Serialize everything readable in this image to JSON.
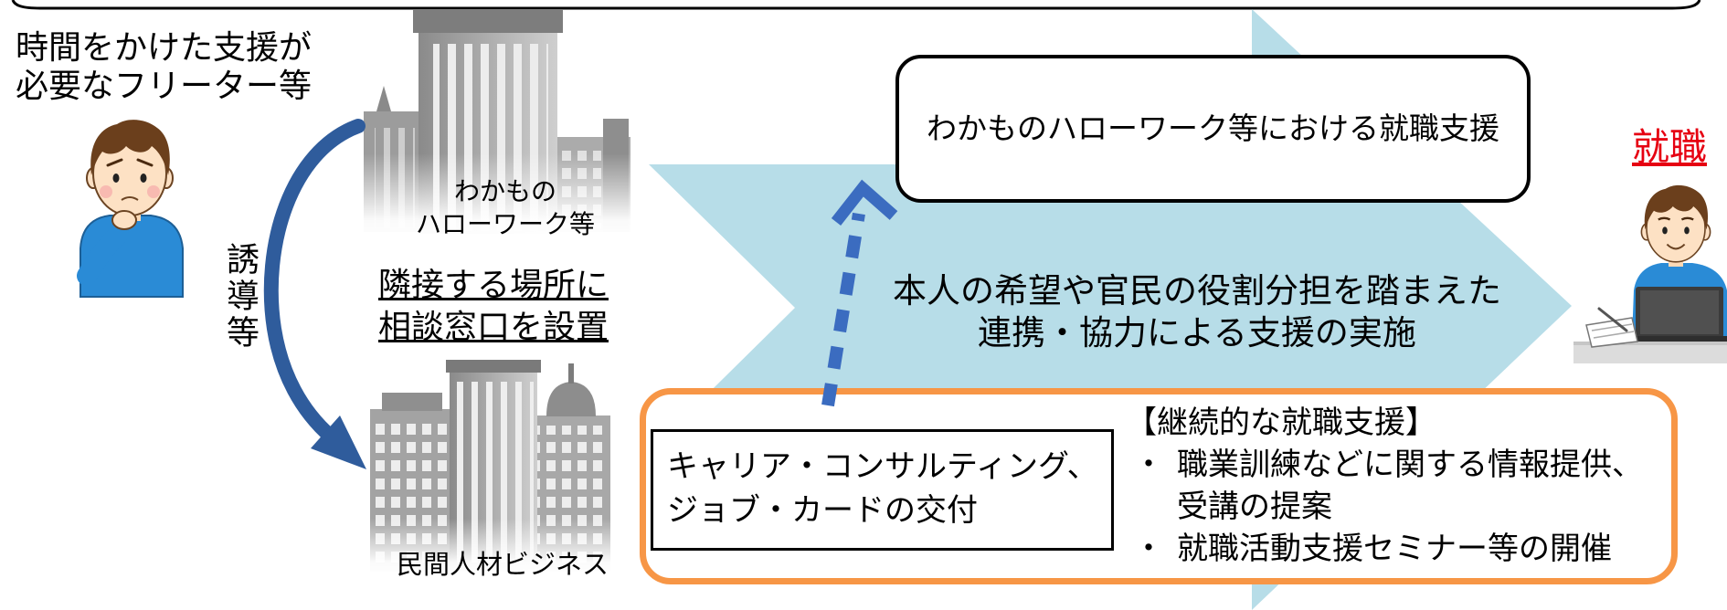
{
  "colors": {
    "flow_arrow": "#b7dde8",
    "guide_arrow": "#2f5c9c",
    "dashed_arrow": "#3b6cc0",
    "support_box_border": "#f79646",
    "outcome_text": "#e60012",
    "shirt": "#2a8bd6"
  },
  "icons": {
    "freeter": "worried-person-icon",
    "hellowork": "office-building-icon",
    "private_business": "city-buildings-icon",
    "employed": "person-at-desk-icon"
  },
  "freeter": {
    "caption_lines": [
      "時間をかけた支援が",
      "必要なフリーター等"
    ]
  },
  "hellowork_building": {
    "label_lines": [
      "わかもの",
      "ハローワーク等"
    ]
  },
  "guidance_label": "誘導等",
  "adjacent_note": {
    "lines": [
      "隣接する場所に",
      "相談窓口を設置"
    ]
  },
  "private_building": {
    "label": "民間人材ビジネス"
  },
  "hellowork_support": "わかものハローワーク等における就職支援",
  "collaboration": {
    "lines": [
      "本人の希望や官民の役割分担を踏まえた",
      "連携・協力による支援の実施"
    ]
  },
  "outcome": "就職",
  "private_support": {
    "career_lines": [
      "キャリア・コンサルティング、",
      "ジョブ・カードの交付"
    ],
    "continuous_heading": "【継続的な就職支援】",
    "items": [
      {
        "bullet": "・",
        "lines": [
          "職業訓練などに関する情報提供、",
          "受講の提案"
        ]
      },
      {
        "bullet": "・",
        "lines": [
          "就職活動支援セミナー等の開催"
        ]
      }
    ]
  }
}
